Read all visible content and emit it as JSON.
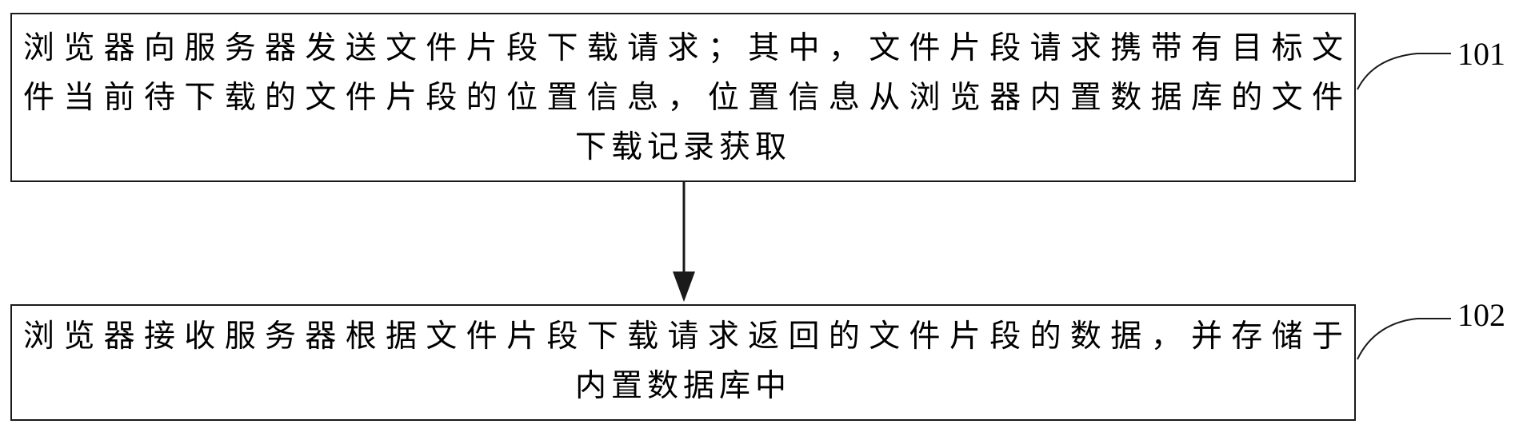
{
  "diagram": {
    "steps": [
      {
        "ref": "101",
        "lines": [
          "浏览器向服务器发送文件片段下载请求；其中，文件片段请求携带有目标文",
          "件当前待下载的文件片段的位置信息，位置信息从浏览器内置数据库的文件",
          "下载记录获取"
        ]
      },
      {
        "ref": "102",
        "lines": [
          "浏览器接收服务器根据文件片段下载请求返回的文件片段的数据，并存储于",
          "内置数据库中"
        ]
      }
    ],
    "colors": {
      "stroke": "#1a1a1a",
      "text": "#000000",
      "background": "#ffffff"
    }
  }
}
